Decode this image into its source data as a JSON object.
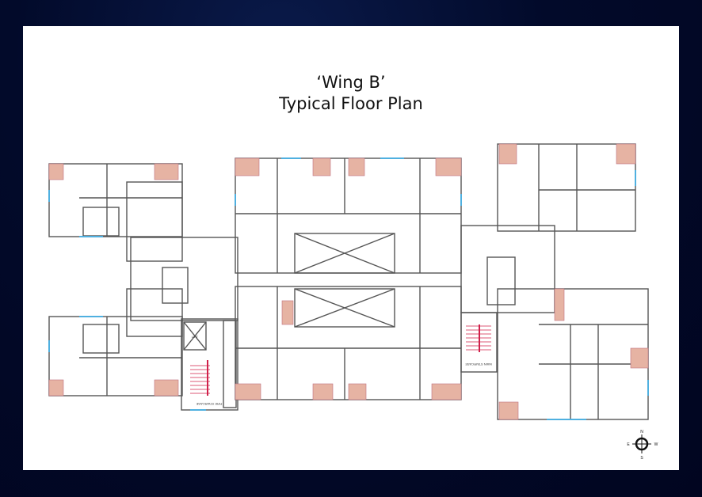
{
  "title": {
    "line1": "‘Wing B’",
    "line2": "Typical Floor Plan"
  },
  "labels": {
    "fire_staircase": "FIRE STAIRCASE",
    "main_staircase": "MAIN STAIRCASE",
    "lift": "LIFT"
  },
  "compass": {
    "north": "N",
    "south": "S",
    "east": "E",
    "west": "W"
  },
  "colors": {
    "background": "#020a2a",
    "panel": "#ffffff",
    "wall": "#555555",
    "balcony": "#e6b3a3",
    "window": "#4fb0e0",
    "stair": "#d0204a"
  }
}
